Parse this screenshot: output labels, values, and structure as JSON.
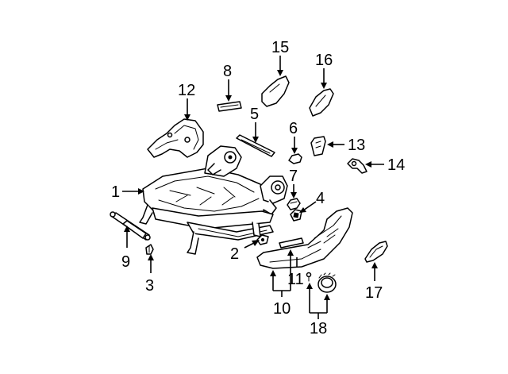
{
  "callouts": [
    {
      "id": "1",
      "text": "1"
    },
    {
      "id": "2",
      "text": "2"
    },
    {
      "id": "3",
      "text": "3"
    },
    {
      "id": "4",
      "text": "4"
    },
    {
      "id": "5",
      "text": "5"
    },
    {
      "id": "6",
      "text": "6"
    },
    {
      "id": "7",
      "text": "7"
    },
    {
      "id": "8",
      "text": "8"
    },
    {
      "id": "9",
      "text": "9"
    },
    {
      "id": "10",
      "text": "10"
    },
    {
      "id": "11",
      "text": "11"
    },
    {
      "id": "12",
      "text": "12"
    },
    {
      "id": "13",
      "text": "13"
    },
    {
      "id": "14",
      "text": "14"
    },
    {
      "id": "15",
      "text": "15"
    },
    {
      "id": "16",
      "text": "16"
    },
    {
      "id": "17",
      "text": "17"
    },
    {
      "id": "18",
      "text": "18"
    }
  ],
  "colors": {
    "ink": "#000000",
    "background": "#ffffff"
  }
}
